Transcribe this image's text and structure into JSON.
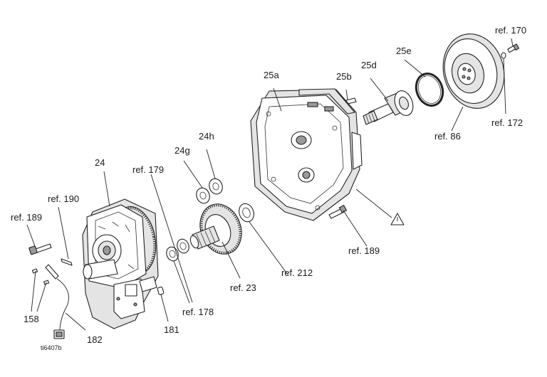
{
  "callouts": {
    "c24": "24",
    "ref190": "ref. 190",
    "ref189a": "ref. 189",
    "c158": "158",
    "c182": "182",
    "tid": "ti6407b",
    "ref179": "ref. 179",
    "c24g": "24g",
    "c24h": "24h",
    "ref178": "ref. 178",
    "c181": "181",
    "ref23": "ref. 23",
    "ref212": "ref. 212",
    "c25a": "25a",
    "c25b": "25b",
    "c25d": "25d",
    "c25e": "25e",
    "ref189b": "ref. 189",
    "ref170": "ref. 170",
    "ref172": "ref. 172",
    "ref86": "ref. 86"
  },
  "warning_symbol": "warning-triangle-icon"
}
